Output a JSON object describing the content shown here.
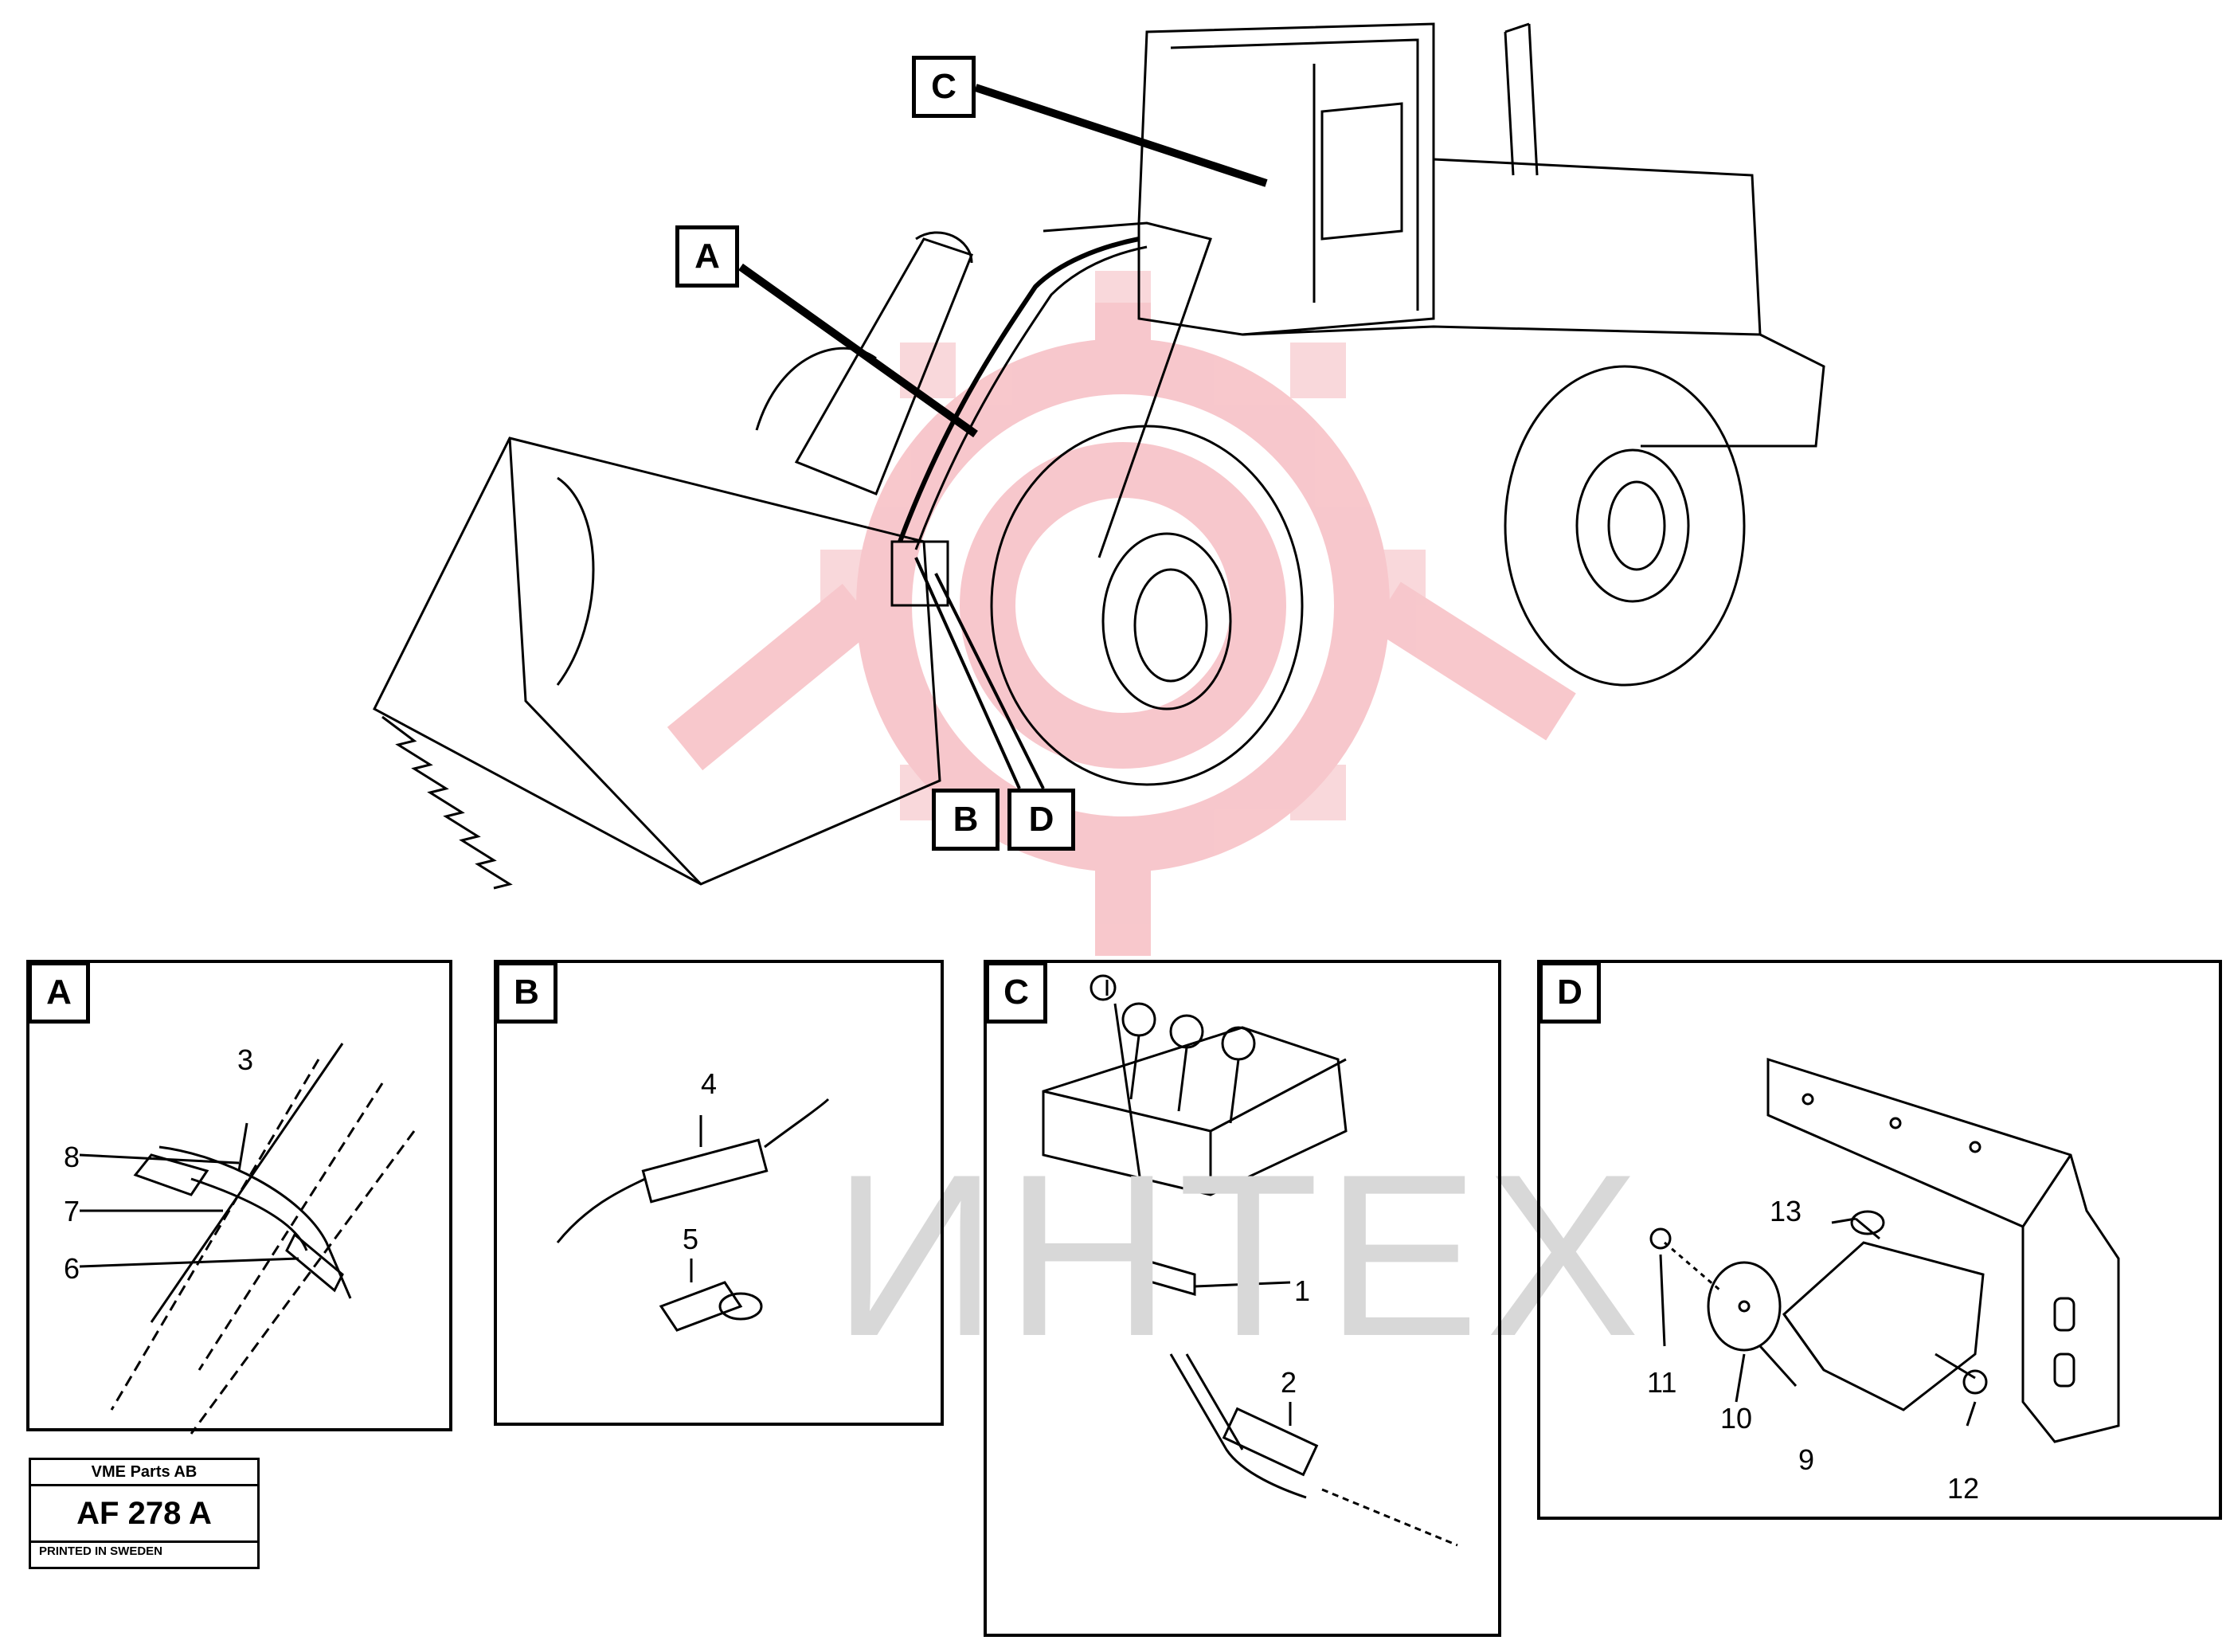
{
  "callouts": {
    "A": "A",
    "B": "B",
    "C": "C",
    "D": "D"
  },
  "panels": {
    "A": {
      "label": "A",
      "parts": [
        "3",
        "8",
        "7",
        "6"
      ]
    },
    "B": {
      "label": "B",
      "parts": [
        "4",
        "5"
      ]
    },
    "C": {
      "label": "C",
      "parts": [
        "1",
        "2"
      ]
    },
    "D": {
      "label": "D",
      "parts": [
        "13",
        "11",
        "10",
        "9",
        "12"
      ]
    }
  },
  "stamp": {
    "company": "VME Parts AB",
    "code": "AF 278 A",
    "printed": "PRINTED IN SWEDEN"
  },
  "watermark": {
    "text": "ИНТЕХ",
    "color": "#f2a0a8"
  },
  "colors": {
    "ink": "#000000",
    "watermark_red": "#f5b5bb"
  }
}
